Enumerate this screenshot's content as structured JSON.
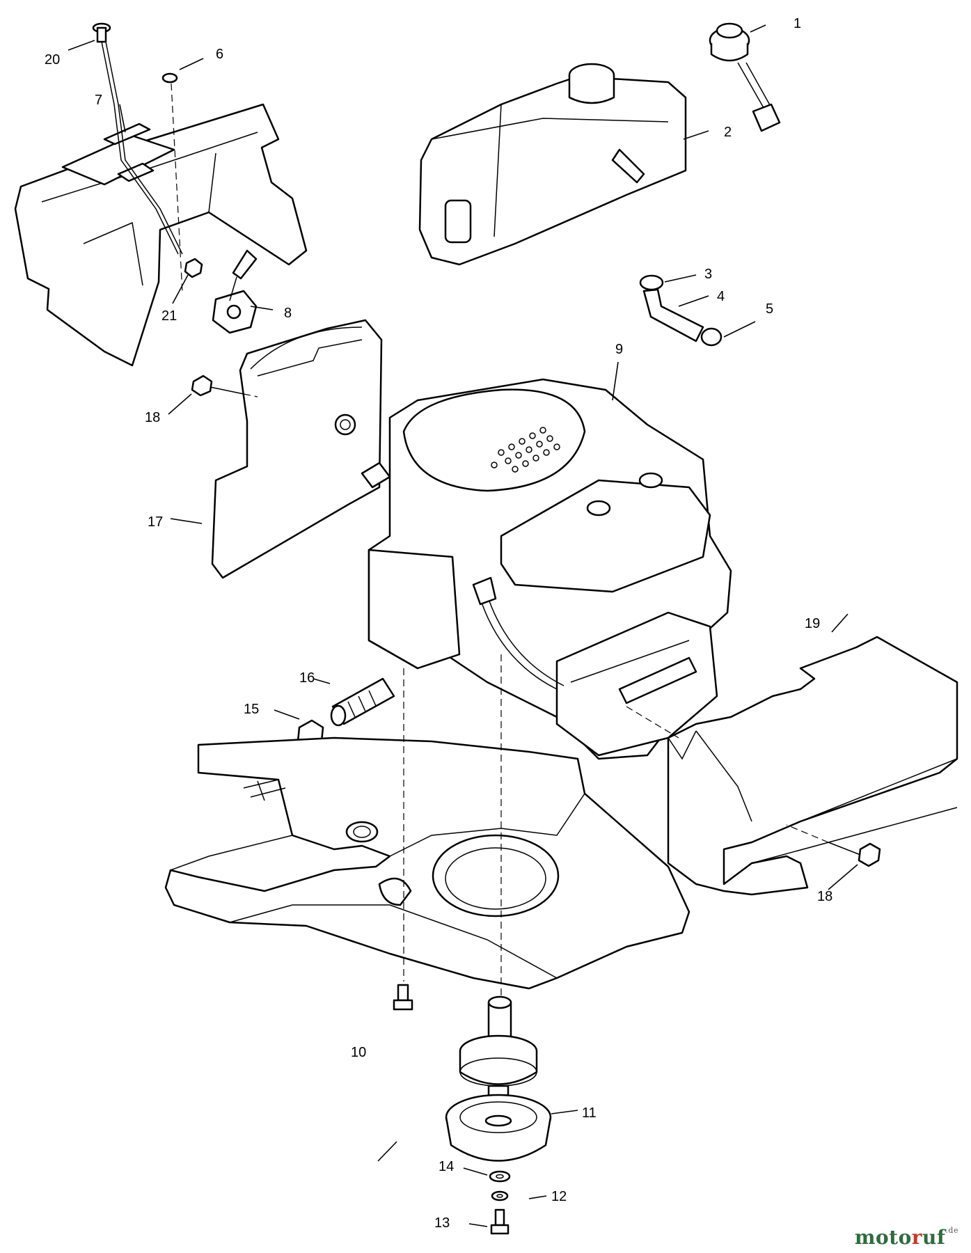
{
  "diagram": {
    "callouts": {
      "c1": "1",
      "c2": "2",
      "c3": "3",
      "c4": "4",
      "c5": "5",
      "c6": "6",
      "c7": "7",
      "c8": "8",
      "c9": "9",
      "c10": "10",
      "c11": "11",
      "c12": "12",
      "c13": "13",
      "c14": "14",
      "c15": "15",
      "c16": "16",
      "c17": "17",
      "c18a": "18",
      "c18b": "18",
      "c19": "19",
      "c20": "20",
      "c21": "21"
    }
  },
  "watermark": {
    "part1": "moto",
    "part2": "r",
    "part3": "uf",
    "tld": ".de"
  }
}
